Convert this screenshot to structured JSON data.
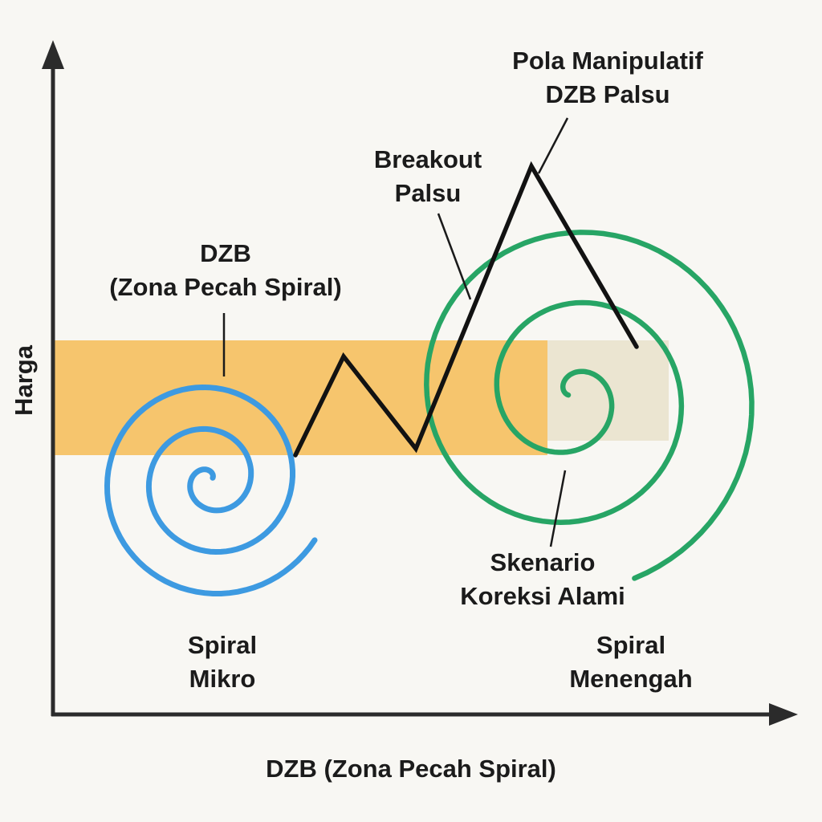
{
  "diagram": {
    "title_context": "DZB (Zona Pecah Spiral)",
    "colors": {
      "background": "#f8f7f3",
      "axis": "#2b2b2b",
      "text": "#1b1b1b",
      "price_line": "#121212",
      "pointer": "#1a1a1a",
      "zone_band": "#f6c56d",
      "zone_band_light": "#ebe5d1",
      "micro_spiral": "#3d9ae1",
      "medium_spiral": "#27a565"
    },
    "axes": {
      "y_label": "Harga",
      "x_label": "DZB (Zona Pecah Spiral)"
    },
    "annotations": {
      "pola_manipulatif": {
        "line1": "Pola Manipulatif",
        "line2": "DZB Palsu"
      },
      "breakout_palsu": {
        "line1": "Breakout",
        "line2": "Palsu"
      },
      "dzb_zone": {
        "line1": "DZB",
        "line2": "(Zona Pecah Spiral)"
      },
      "skenario_koreksi": {
        "line1": "Skenario",
        "line2": "Koreksi Alami"
      },
      "spiral_mikro": {
        "line1": "Spiral",
        "line2": "Mikro"
      },
      "spiral_menengah": {
        "line1": "Spiral",
        "line2": "Menengah"
      }
    }
  }
}
